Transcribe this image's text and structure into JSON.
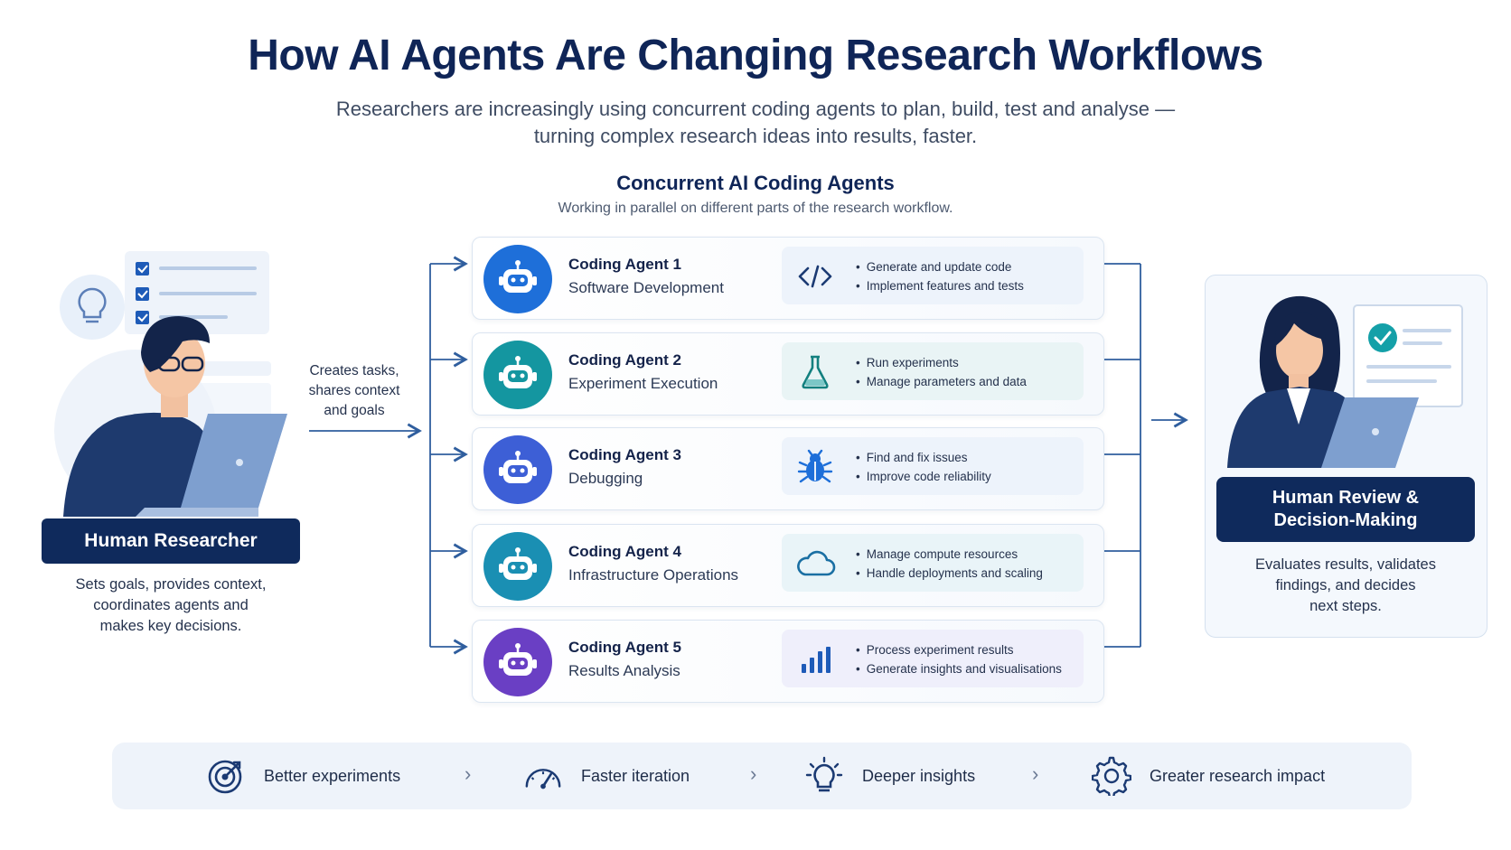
{
  "header": {
    "title": "How AI Agents Are Changing Research Workflows",
    "subtitle_line1": "Researchers are increasingly using concurrent coding agents to plan, build, test and analyse —",
    "subtitle_line2": "turning complex research ideas into results, faster."
  },
  "section": {
    "title": "Concurrent AI Coding Agents",
    "subtitle": "Working in parallel on different parts of the research workflow."
  },
  "researcher": {
    "label": "Human Researcher",
    "desc_line1": "Sets goals, provides context,",
    "desc_line2": "coordinates agents and",
    "desc_line3": "makes key decisions.",
    "handoff_line1": "Creates tasks,",
    "handoff_line2": "shares context",
    "handoff_line3": "and goals"
  },
  "agents": [
    {
      "name": "Coding Agent 1",
      "role": "Software Development",
      "icon": "code-icon",
      "color": "#1e6fd9",
      "tasks": [
        "Generate and update code",
        "Implement features and tests"
      ]
    },
    {
      "name": "Coding Agent 2",
      "role": "Experiment Execution",
      "icon": "flask-icon",
      "color": "#1496a0",
      "tasks": [
        "Run experiments",
        "Manage parameters and data"
      ]
    },
    {
      "name": "Coding Agent 3",
      "role": "Debugging",
      "icon": "bug-icon",
      "color": "#3d5fd6",
      "tasks": [
        "Find and fix issues",
        "Improve code reliability"
      ]
    },
    {
      "name": "Coding Agent 4",
      "role": "Infrastructure Operations",
      "icon": "cloud-icon",
      "color": "#1a8fb3",
      "tasks": [
        "Manage compute resources",
        "Handle deployments and scaling"
      ]
    },
    {
      "name": "Coding Agent 5",
      "role": "Results Analysis",
      "icon": "bar-chart-icon",
      "color": "#6a3fc4",
      "tasks": [
        "Process experiment results",
        "Generate insights and visualisations"
      ]
    }
  ],
  "review": {
    "label_line1": "Human Review &",
    "label_line2": "Decision-Making",
    "desc_line1": "Evaluates results, validates",
    "desc_line2": "findings, and decides",
    "desc_line3": "next steps."
  },
  "benefits": [
    {
      "label": "Better experiments",
      "icon": "target-icon"
    },
    {
      "label": "Faster iteration",
      "icon": "speedometer-icon"
    },
    {
      "label": "Deeper insights",
      "icon": "lightbulb-icon"
    },
    {
      "label": "Greater research impact",
      "icon": "gear-icon"
    }
  ],
  "colors": {
    "navy": "#0f2a5c",
    "accent": "#1e5bb8",
    "connector": "#2f5e9e"
  }
}
